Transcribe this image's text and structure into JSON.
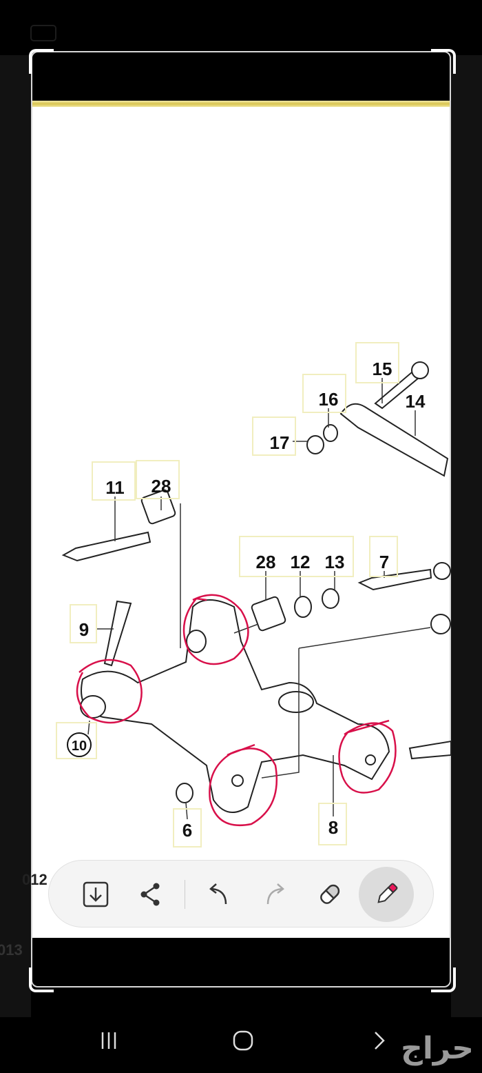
{
  "status_bar": {
    "icon": "notification-icon"
  },
  "diagram": {
    "labels": [
      "15",
      "16",
      "14",
      "17",
      "11",
      "28",
      "28",
      "12",
      "13",
      "7",
      "9",
      "10",
      "6",
      "8"
    ],
    "edge_text_top": "012",
    "edge_text_bottom": "013",
    "annotation_color": "#d8104a",
    "accent_line_color": "#d8c450"
  },
  "toolbar": {
    "buttons": [
      {
        "icon": "save-download-icon"
      },
      {
        "icon": "share-icon"
      },
      {
        "icon": "undo-icon"
      },
      {
        "icon": "redo-icon",
        "disabled": true
      },
      {
        "icon": "eraser-icon"
      },
      {
        "icon": "pen-icon",
        "active": true,
        "color": "#e8185a"
      }
    ]
  },
  "navbar": {
    "buttons": [
      {
        "icon": "recent-apps-icon"
      },
      {
        "icon": "home-icon"
      },
      {
        "icon": "back-icon"
      }
    ],
    "watermark": "حراج"
  }
}
